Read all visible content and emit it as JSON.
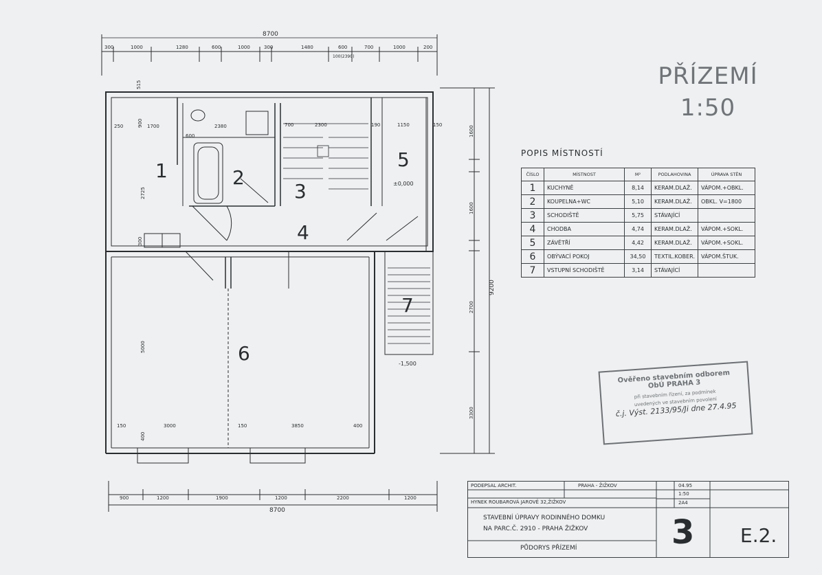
{
  "sheet": {
    "title": "PŘÍZEMÍ",
    "scale": "1:50"
  },
  "dimensions": {
    "top_total": "8700",
    "top_note": "",
    "top_segments": [
      "300",
      "1000",
      "1280",
      "600",
      "1000",
      "300",
      "1480",
      "600",
      "700",
      "1000",
      "200"
    ],
    "top_sub": "100(2390)",
    "bottom_total": "8700",
    "bottom_segments": [
      "900",
      "1200",
      "1900",
      "1200",
      "2200",
      "1200"
    ],
    "right_total": "9200",
    "right_segments": [
      "1600",
      "1600",
      "2700",
      "3300"
    ],
    "inner": {
      "kitchen_w": "1700",
      "kitchen_l": "250",
      "wc_w": "2380",
      "stair_l": "700",
      "stair_w": "2300",
      "stair_r": "190",
      "porch_w": "1150",
      "porch_r": "150",
      "kitchen_h": "2725",
      "top_small": "515",
      "left_small": "900",
      "sink": "300",
      "room6_h": "5000",
      "room6_lw": "3000",
      "room6_rw": "3850",
      "room6_l": "150",
      "room6_m": "150",
      "room6_r": "400",
      "room6_b": "400",
      "wc_small": "600"
    }
  },
  "rooms": [
    {
      "no": "1",
      "label": "1"
    },
    {
      "no": "2",
      "label": "2"
    },
    {
      "no": "3",
      "label": "3"
    },
    {
      "no": "4",
      "label": "4"
    },
    {
      "no": "5",
      "label": "5"
    },
    {
      "no": "6",
      "label": "6"
    },
    {
      "no": "7",
      "label": "7"
    }
  ],
  "levels": {
    "porch": "±0,000",
    "stair_bottom": "-1,500"
  },
  "legend": {
    "title": "POPIS MÍSTNOSTÍ",
    "headers": [
      "ČÍSLO",
      "MÍSTNOST",
      "M²",
      "PODLAHOVINA",
      "ÚPRAVA STĚN"
    ],
    "rows": [
      {
        "no": "1",
        "name": "KUCHYNĚ",
        "area": "8,14",
        "floor": "KERAM.DLAŽ.",
        "wall": "VÁPOM.+OBKL."
      },
      {
        "no": "2",
        "name": "KOUPELNA+WC",
        "area": "5,10",
        "floor": "KERAM.DLAŽ.",
        "wall": "OBKL. V=1800"
      },
      {
        "no": "3",
        "name": "SCHODIŠTĚ",
        "area": "5,75",
        "floor": "STÁVAJÍCÍ",
        "wall": ""
      },
      {
        "no": "4",
        "name": "CHODBA",
        "area": "4,74",
        "floor": "KERAM.DLAŽ.",
        "wall": "VÁPOM.+SOKL."
      },
      {
        "no": "5",
        "name": "ZÁVĚTŘÍ",
        "area": "4,42",
        "floor": "KERAM.DLAŽ.",
        "wall": "VÁPOM.+SOKL."
      },
      {
        "no": "6",
        "name": "OBÝVACÍ POKOJ",
        "area": "34,50",
        "floor": "TEXTIL.KOBER.",
        "wall": "VÁPOM.ŠTUK."
      },
      {
        "no": "7",
        "name": "VSTUPNÍ SCHODIŠTĚ",
        "area": "3,14",
        "floor": "STÁVAJÍCÍ",
        "wall": ""
      }
    ]
  },
  "stamp": {
    "line1": "Ověřeno stavebním odborem",
    "line2": "ObÚ PRAHA 3",
    "line3": "při stavebním řízení, za podmínek",
    "line4": "uvedených ve stavebním povolení",
    "line5": "č.j. Výst. 2133/95/Ji",
    "line5b": "dne 27.4.95"
  },
  "title_block": {
    "designer_label": "PODEPSAL",
    "designer": "ARCHIT.",
    "place": "PRAHA - ŽIŽKOV",
    "date_label": "",
    "date": "04.95",
    "investor": "HYNEK ROUBAROVÁ",
    "investor_addr": "JAROVĚ 32,ŽIŽKOV",
    "scale_value": "1:50",
    "format": "2A4",
    "project_line1": "STAVEBNÍ ÚPRAVY RODINNÉHO DOMKU",
    "project_line2": "NA PARC.Č. 2910 - PRAHA  ŽIŽKOV",
    "drawing_name": "PŮDORYS PŘÍZEMÍ",
    "sheet_no": "3",
    "drawing_code": "E.2."
  }
}
